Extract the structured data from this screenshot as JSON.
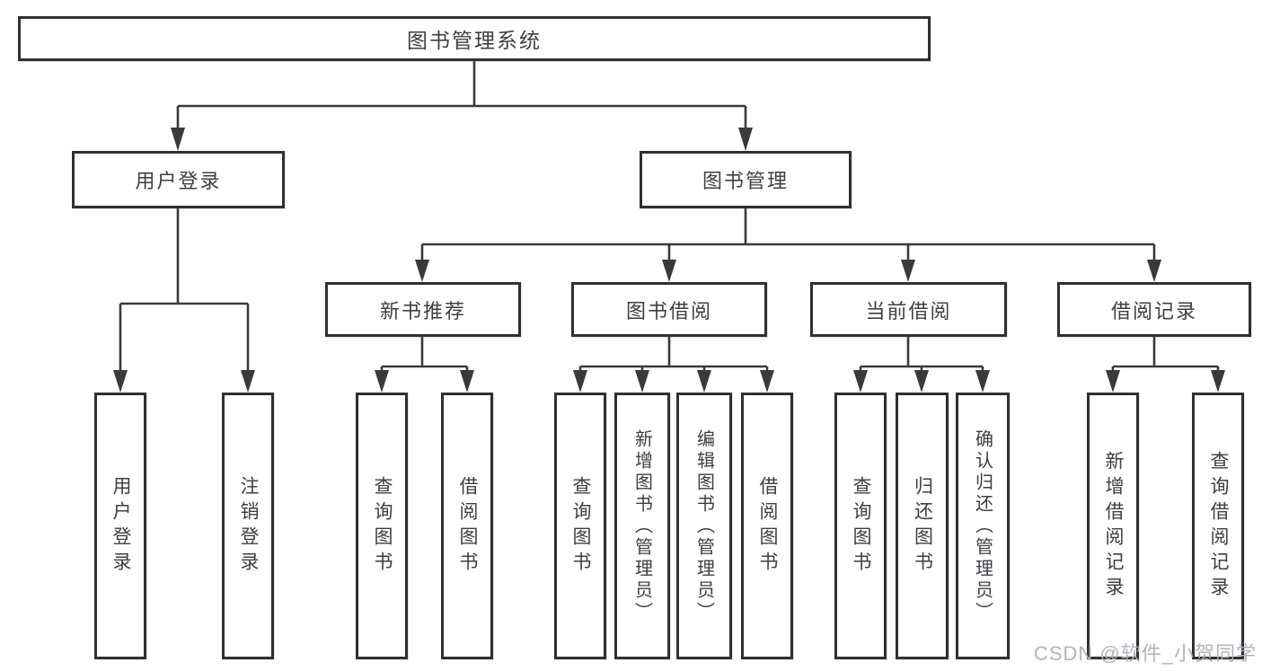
{
  "diagram": {
    "root_label": "图书管理系统",
    "level2": {
      "user_login": "用户登录",
      "book_management": "图书管理"
    },
    "level3": {
      "new_book_recommend": "新书推荐",
      "book_borrow": "图书借阅",
      "current_borrow": "当前借阅",
      "borrow_record": "借阅记录"
    },
    "leaves": {
      "user_login": "用户登录",
      "logout": "注销登录",
      "nb_search": "查询图书",
      "nb_borrow": "借阅图书",
      "bb_search": "查询图书",
      "bb_add_admin": "新增图书（管理员）",
      "bb_edit_admin": "编辑图书（管理员）",
      "bb_borrow": "借阅图书",
      "cb_search": "查询图书",
      "cb_return": "归还图书",
      "cb_confirm_admin": "确认归还（管理员）",
      "br_add": "新增借阅记录",
      "br_search": "查询借阅记录"
    },
    "colors": {
      "line": "#3a3a3a",
      "box_border": "#303030",
      "text": "#3c4043",
      "watermark": "#acb1b9"
    },
    "watermark": "CSDN @软件_小贺同学"
  }
}
